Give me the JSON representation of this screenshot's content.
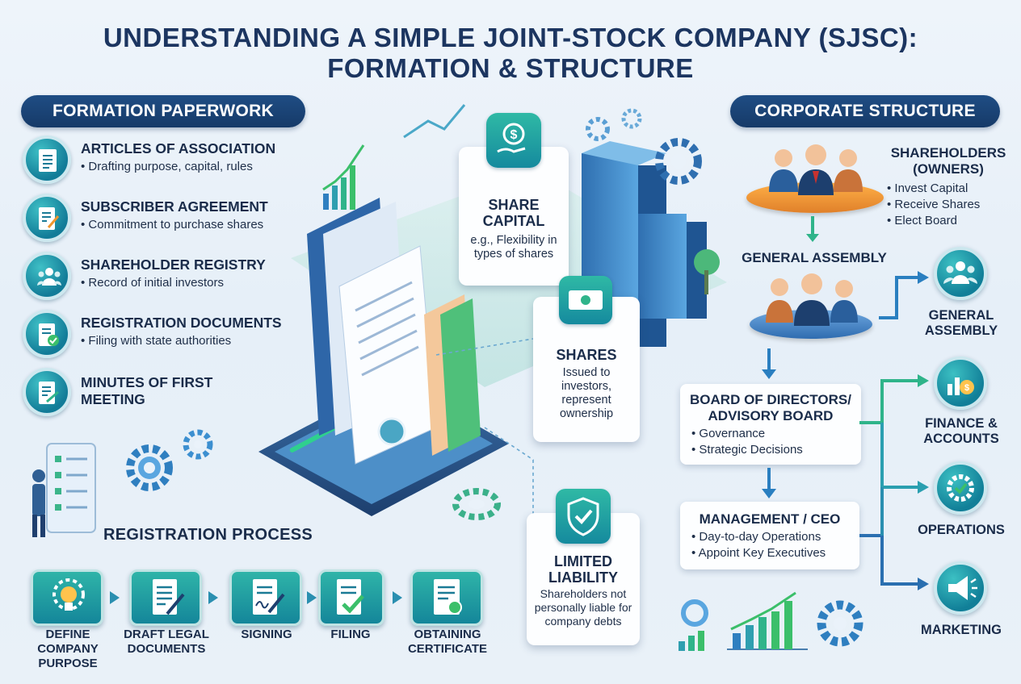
{
  "title": {
    "line1": "UNDERSTANDING A SIMPLE JOINT-STOCK COMPANY (SJSC):",
    "line2": "FORMATION & STRUCTURE"
  },
  "formation": {
    "header": "FORMATION PAPERWORK",
    "items": [
      {
        "title": "ARTICLES OF ASSOCIATION",
        "desc": "• Drafting purpose, capital, rules",
        "icon": "document-icon"
      },
      {
        "title": "SUBSCRIBER AGREEMENT",
        "desc": "• Commitment to purchase shares",
        "icon": "edit-document-icon"
      },
      {
        "title": "SHAREHOLDER REGISTRY",
        "desc": "• Record of initial investors",
        "icon": "group-icon"
      },
      {
        "title": "REGISTRATION DOCUMENTS",
        "desc": "• Filing with state authorities",
        "icon": "checked-document-icon"
      },
      {
        "title": "MINUTES OF FIRST MEETING",
        "desc": "",
        "icon": "signed-document-icon"
      }
    ]
  },
  "registration": {
    "header": "REGISTRATION PROCESS",
    "steps": [
      {
        "label": "DEFINE COMPANY PURPOSE",
        "icon": "lightbulb-gear-icon"
      },
      {
        "label": "DRAFT LEGAL DOCUMENTS",
        "icon": "pen-document-icon"
      },
      {
        "label": "SIGNING",
        "icon": "signature-icon"
      },
      {
        "label": "FILING",
        "icon": "file-check-icon"
      },
      {
        "label": "OBTAINING CERTIFICATE",
        "icon": "certificate-icon"
      }
    ]
  },
  "center": {
    "share_capital": {
      "title": "SHARE CAPITAL",
      "text": "e.g., Flexibility in types of shares",
      "icon": "money-hand-icon"
    },
    "shares": {
      "title": "SHARES",
      "text": "Issued to investors, represent ownership",
      "icon": "banknote-icon"
    },
    "limited_liability": {
      "title": "LIMITED LIABILITY",
      "text": "Shareholders not personally liable for company debts",
      "icon": "shield-check-icon"
    }
  },
  "structure": {
    "header": "CORPORATE STRUCTURE",
    "shareholders": {
      "title": "SHAREHOLDERS (OWNERS)",
      "bullets": [
        "• Invest Capital",
        "• Receive Shares",
        "• Elect Board"
      ]
    },
    "general_assembly": "GENERAL ASSEMBLY",
    "board": {
      "title": "BOARD OF DIRECTORS/ ADVISORY BOARD",
      "bullets": [
        "• Governance",
        "• Strategic Decisions"
      ]
    },
    "management": {
      "title": "MANAGEMENT / CEO",
      "bullets": [
        "• Day-to-day Operations",
        "• Appoint Key Executives"
      ]
    },
    "branches": [
      {
        "label": "GENERAL ASSEMBLY",
        "icon": "group-icon"
      },
      {
        "label": "FINANCE & ACCOUNTS",
        "icon": "finance-chart-icon"
      },
      {
        "label": "OPERATIONS",
        "icon": "gear-check-icon"
      },
      {
        "label": "MARKETING",
        "icon": "megaphone-icon"
      }
    ]
  },
  "colors": {
    "navy": "#1c3560",
    "teal": "#1f9aa8",
    "green": "#2fb48a",
    "orange": "#f0962e"
  }
}
